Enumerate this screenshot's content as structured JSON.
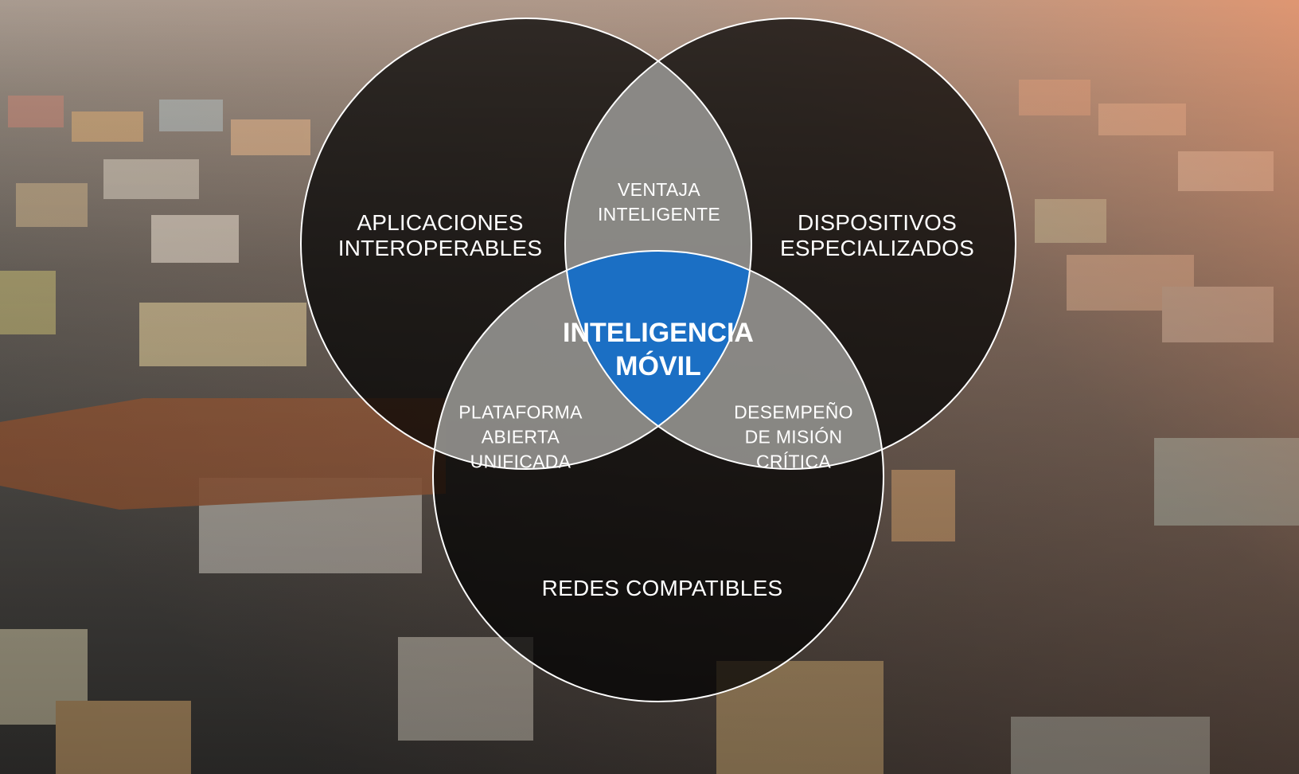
{
  "diagram": {
    "center": {
      "line1": "INTELIGENCIA",
      "line2": "MÓVIL"
    },
    "circles": {
      "left": {
        "line1": "APLICACIONES",
        "line2": "INTEROPERABLES"
      },
      "right": {
        "line1": "DISPOSITIVOS",
        "line2": "ESPECIALIZADOS"
      },
      "bottom": {
        "line1": "REDES COMPATIBLES"
      }
    },
    "overlaps": {
      "top": {
        "line1": "VENTAJA",
        "line2": "INTELIGENTE"
      },
      "left": {
        "line1": "PLATAFORMA",
        "line2": "ABIERTA",
        "line3": "UNIFICADA"
      },
      "right": {
        "line1": "DESEMPEÑO",
        "line2": "DE MISIÓN",
        "line3": "CRÍTICA"
      }
    }
  },
  "colors": {
    "circle_fill": "#000000",
    "circle_stroke": "#ffffff",
    "overlap_fill": "#c9c7c4",
    "center_fill": "#1b6fc4",
    "text": "#ffffff"
  }
}
